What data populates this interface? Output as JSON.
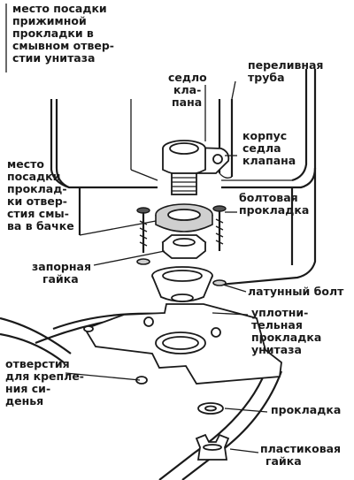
{
  "labels": {
    "seat_cushion_toilet": [
      "место посадки",
      "прижимной",
      "прокладки в",
      "смывном отвер-",
      "стии унитаза"
    ],
    "valve_seat": [
      "седло",
      "кла-",
      "пана"
    ],
    "overflow_pipe": [
      "переливная",
      "труба"
    ],
    "valve_seat_body": [
      "корпус",
      "седла",
      "клапана"
    ],
    "seat_gasket_tank": [
      "место",
      "посадки",
      "проклад-",
      "ки отвер-",
      "стия смы-",
      "ва в бачке"
    ],
    "bolt_gasket": [
      "болтовая",
      "прокладка"
    ],
    "lock_nut": [
      "запорная",
      "гайка"
    ],
    "brass_bolt": [
      "латунный болт"
    ],
    "toilet_seal": [
      "уплотни-",
      "тельная",
      "прокладка",
      "унитаза"
    ],
    "seat_holes": [
      "отверстия",
      "для крепле-",
      "ния си-",
      "денья"
    ],
    "gasket": [
      "прокладка"
    ],
    "plastic_nut": [
      "пластиковая",
      "гайка"
    ]
  }
}
